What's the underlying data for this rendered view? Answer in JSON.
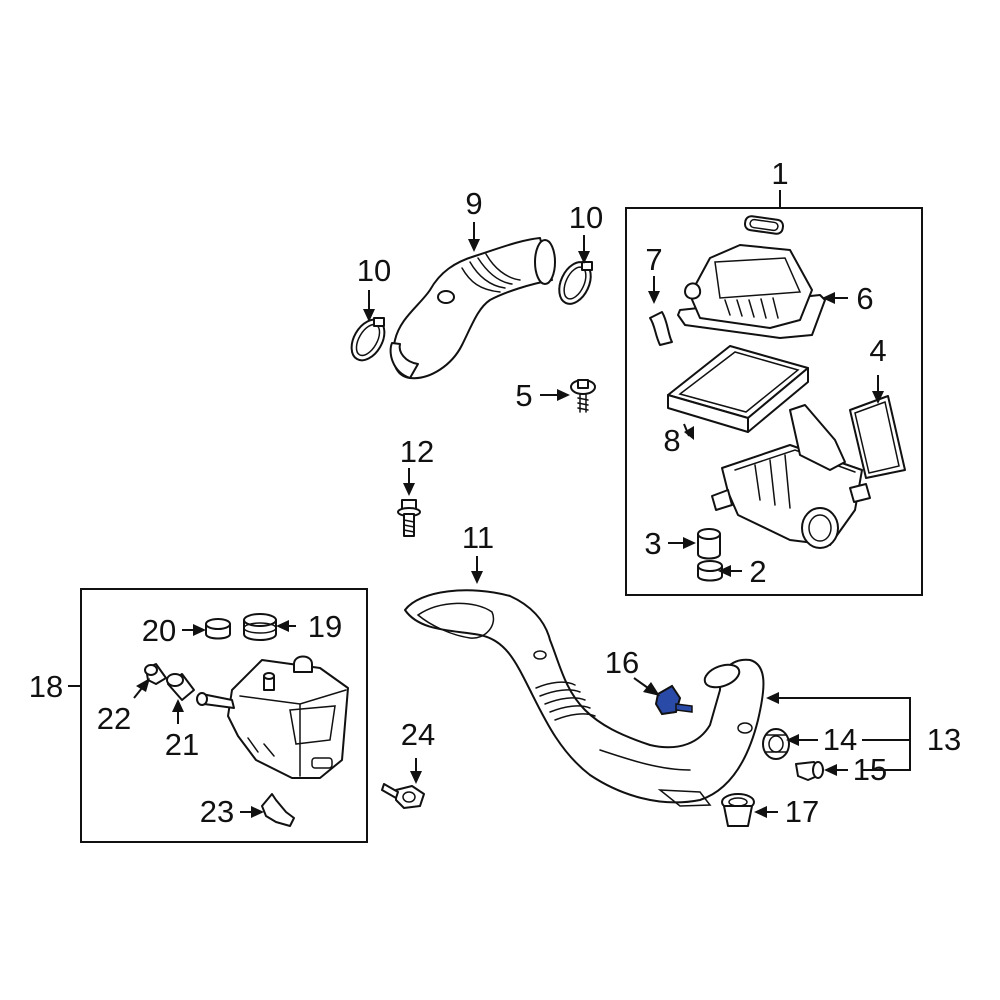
{
  "callouts": {
    "c1": "1",
    "c2": "2",
    "c3": "3",
    "c4": "4",
    "c5": "5",
    "c6": "6",
    "c7": "7",
    "c8": "8",
    "c9": "9",
    "c10a": "10",
    "c10b": "10",
    "c11": "11",
    "c12": "12",
    "c13": "13",
    "c14": "14",
    "c15": "15",
    "c16": "16",
    "c17": "17",
    "c18": "18",
    "c19": "19",
    "c20": "20",
    "c21": "21",
    "c22": "22",
    "c23": "23",
    "c24": "24"
  },
  "colors": {
    "line": "#111111",
    "background": "#ffffff",
    "highlight": "#2a4aa8"
  },
  "highlighted_part": "16"
}
